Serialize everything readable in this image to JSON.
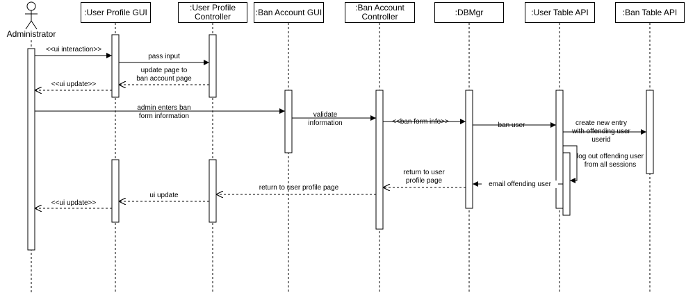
{
  "actor": {
    "name": "Administrator"
  },
  "participants": [
    ":User Profile GUI",
    ":User Profile\nController",
    ":Ban Account GUI",
    ":Ban Account\nController",
    ":DBMgr",
    ":User Table API",
    ":Ban Table API"
  ],
  "messages": [
    "<<ui interaction>>",
    "pass input",
    "update page to\nban account page",
    "<<ui update>>",
    "admin enters ban\nform information",
    "validate\ninformation",
    "<<ban form info>>",
    "ban user",
    "create new entry\nwith offending user\nuserid",
    "log out offending user\nfrom all sessions",
    "return to user\nprofile page",
    "email offending user",
    "return to user profile page",
    "ui update",
    "<<ui update>>"
  ]
}
